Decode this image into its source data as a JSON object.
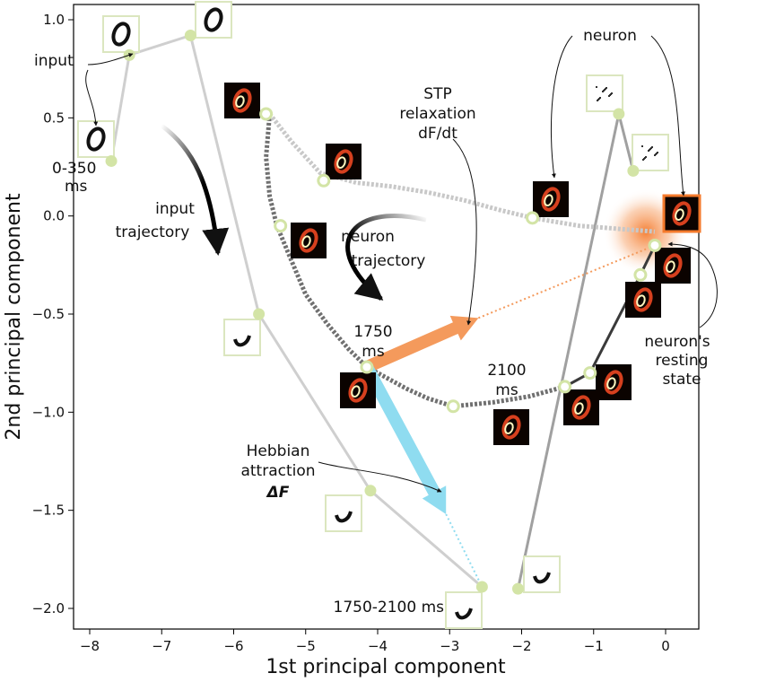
{
  "chart_data": {
    "type": "scatter",
    "title": "",
    "xlabel": "1st principal component",
    "ylabel": "2nd principal component",
    "xlim": [
      -8.3,
      0.45
    ],
    "ylim": [
      -2.12,
      1.12
    ],
    "x_ticks": [
      -8,
      -7,
      -6,
      -5,
      -4,
      -3,
      -2,
      -1,
      0
    ],
    "y_ticks": [
      1.0,
      0.5,
      0.0,
      -0.5,
      -1.0,
      -1.5,
      -2.0
    ],
    "x_tick_labels": [
      "−8",
      "−7",
      "−6",
      "−5",
      "−4",
      "−3",
      "−2",
      "−1",
      "0"
    ],
    "y_tick_labels": [
      "1.0",
      "0.5",
      "0.0",
      "−0.5",
      "−1.0",
      "−1.5",
      "−2.0"
    ],
    "grid": false,
    "series": [
      {
        "values_note": "",
        "color": "#cfcfcf",
        "points": [
          [
            -7.7,
            0.28
          ],
          [
            -7.45,
            0.82
          ],
          [
            -6.6,
            0.92
          ],
          [
            -5.65,
            -0.5
          ],
          [
            -4.1,
            -1.4
          ],
          [
            -2.55,
            -1.89
          ]
        ]
      },
      {
        "values_note": "",
        "color": "#a0a0a0",
        "points": [
          [
            -2.05,
            -1.9
          ],
          [
            -0.65,
            0.52
          ],
          [
            -0.45,
            0.23
          ]
        ]
      },
      {
        "values_note": "",
        "color": "#3a3a3a",
        "points": [
          [
            -1.4,
            -0.87
          ],
          [
            -1.05,
            -0.8
          ],
          [
            -0.35,
            -0.3
          ],
          [
            -0.15,
            -0.15
          ]
        ]
      },
      {
        "values_note": "",
        "color": "#707070",
        "points": [
          [
            -5.5,
            0.52
          ],
          [
            -5.55,
            0.3
          ],
          [
            -5.5,
            0.1
          ],
          [
            -5.4,
            -0.05
          ],
          [
            -5.0,
            -0.4
          ],
          [
            -4.7,
            -0.55
          ],
          [
            -4.4,
            -0.68
          ],
          [
            -4.15,
            -0.77
          ],
          [
            -3.6,
            -0.88
          ],
          [
            -3.3,
            -0.93
          ],
          [
            -2.95,
            -0.97
          ],
          [
            -2.4,
            -0.95
          ],
          [
            -1.9,
            -0.92
          ],
          [
            -1.4,
            -0.87
          ]
        ]
      },
      {
        "values_note": "",
        "color": "#c8c8c8",
        "points": [
          [
            -5.5,
            0.52
          ],
          [
            -5.2,
            0.38
          ],
          [
            -4.8,
            0.22
          ],
          [
            -4.3,
            0.17
          ],
          [
            -3.8,
            0.15
          ],
          [
            -3.3,
            0.12
          ],
          [
            -2.8,
            0.08
          ],
          [
            -2.3,
            0.03
          ],
          [
            -1.85,
            -0.01
          ],
          [
            -1.2,
            -0.05
          ],
          [
            -0.5,
            -0.07
          ],
          [
            -0.15,
            -0.08
          ]
        ]
      }
    ],
    "markers_hollow": [
      [
        -5.55,
        0.52
      ],
      [
        -4.75,
        0.18
      ],
      [
        -5.35,
        -0.05
      ],
      [
        -4.15,
        -0.77
      ],
      [
        -2.95,
        -0.97
      ],
      [
        -1.4,
        -0.87
      ],
      [
        -1.05,
        -0.8
      ],
      [
        -0.35,
        -0.3
      ],
      [
        -0.15,
        -0.15
      ],
      [
        -1.85,
        -0.01
      ]
    ],
    "markers_filled": [
      [
        -7.7,
        0.28
      ],
      [
        -7.45,
        0.82
      ],
      [
        -6.6,
        0.92
      ],
      [
        -5.65,
        -0.5
      ],
      [
        -4.1,
        -1.4
      ],
      [
        -2.55,
        -1.89
      ],
      [
        -2.05,
        -1.9
      ],
      [
        -0.65,
        0.52
      ],
      [
        -0.45,
        0.23
      ]
    ],
    "orange_arrow": {
      "from": [
        -4.15,
        -0.77
      ],
      "to": [
        -2.6,
        -0.52
      ],
      "dotted_to": [
        -0.15,
        -0.15
      ],
      "color": "#f49a5c"
    },
    "blue_arrow": {
      "from": [
        -4.15,
        -0.77
      ],
      "to": [
        -3.05,
        -1.52
      ],
      "dotted_to": [
        -2.55,
        -1.89
      ],
      "color": "#8fdcf0"
    },
    "annotations": {
      "input": "input",
      "time_0_350": "0-350",
      "time_0_350_unit": "ms",
      "input_trajectory_1": "input",
      "input_trajectory_2": "trajectory",
      "neuron_trajectory_1": "neuron",
      "neuron_trajectory_2": "trajectory",
      "stp_1": "STP",
      "stp_2": "relaxation",
      "stp_3": "dF/dt",
      "neuron_top": "neuron",
      "resting_1": "neuron's",
      "resting_2": "resting",
      "resting_3": "state",
      "t1750": "1750",
      "t1750_unit": "ms",
      "t2100": "2100",
      "t2100_unit": "ms",
      "hebb_1": "Hebbian",
      "hebb_2": "attraction",
      "hebb_3": "ΔF",
      "t1750_2100": "1750-2100 ms"
    }
  }
}
